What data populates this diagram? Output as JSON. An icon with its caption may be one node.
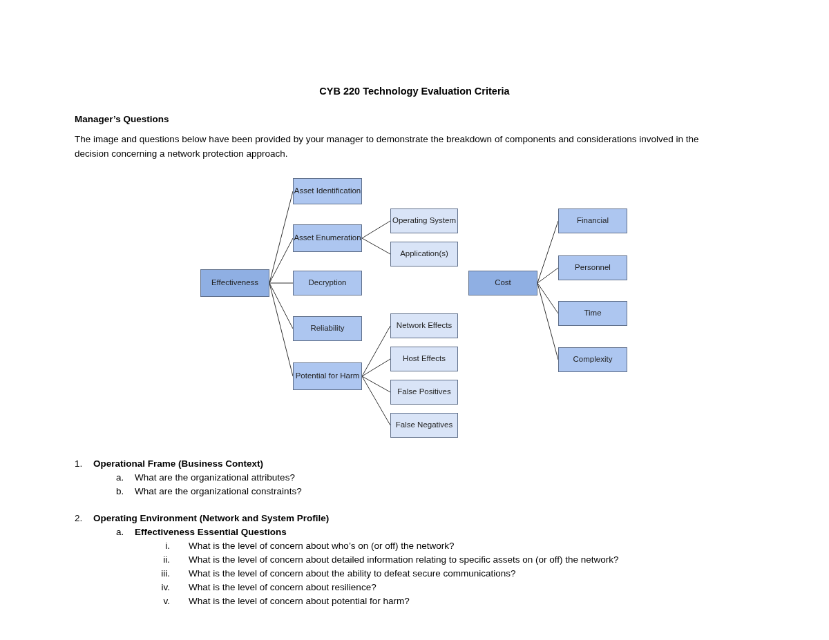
{
  "diagram": {
    "title": "CYB 220 Technology Evaluation Criteria",
    "nodes": [
      {
        "text": [
          "Effectiveness"
        ]
      },
      {
        "text": [
          "Asset Identification"
        ]
      },
      {
        "text": [
          "Asset Enumeration"
        ]
      },
      {
        "text": [
          "Operating System"
        ]
      },
      {
        "text": [
          "Application(s)"
        ]
      },
      {
        "text": [
          "Decryption"
        ]
      },
      {
        "text": [
          "Reliability"
        ]
      },
      {
        "text": [
          "Potential for Harm"
        ]
      },
      {
        "text": [
          "Network Effects"
        ]
      },
      {
        "text": [
          "Host Effects"
        ]
      },
      {
        "text": [
          "False Positives"
        ]
      },
      {
        "text": [
          "False Negatives"
        ]
      },
      {
        "text": [
          "Cost"
        ]
      },
      {
        "text": [
          "Financial"
        ]
      },
      {
        "text": [
          "Personnel"
        ]
      },
      {
        "text": [
          "Time"
        ]
      },
      {
        "text": [
          "Complexity"
        ]
      }
    ],
    "edges": [
      {
        "from": 0,
        "to": 1,
        "arrow": "none"
      },
      {
        "from": 0,
        "to": 2,
        "arrow": "none"
      },
      {
        "from": 0,
        "to": 5,
        "arrow": "none"
      },
      {
        "from": 0,
        "to": 6,
        "arrow": "none"
      },
      {
        "from": 0,
        "to": 7,
        "arrow": "none"
      },
      {
        "from": 2,
        "to": 3,
        "arrow": "none"
      },
      {
        "from": 2,
        "to": 4,
        "arrow": "none"
      },
      {
        "from": 7,
        "to": 8,
        "arrow": "none"
      },
      {
        "from": 7,
        "to": 9,
        "arrow": "none"
      },
      {
        "from": 7,
        "to": 10,
        "arrow": "none"
      },
      {
        "from": 7,
        "to": 11,
        "arrow": "none"
      },
      {
        "from": 12,
        "to": 13,
        "arrow": "none"
      },
      {
        "from": 12,
        "to": 14,
        "arrow": "none"
      },
      {
        "from": 12,
        "to": 15,
        "arrow": "none"
      },
      {
        "from": 12,
        "to": 16,
        "arrow": "none"
      }
    ],
    "labels": [
      "Manager’s Questions",
      "The image and questions below have been provided by your manager to demonstrate the breakdown of components and considerations involved in the decision concerning a network protection approach.",
      "1.",
      "Operational Frame (Business Context)",
      "a.",
      "What are the organizational attributes?",
      "b.",
      "What are the organizational constraints?",
      "2.",
      "Operating Environment (Network and System Profile)",
      "a.",
      "Effectiveness Essential Questions",
      "i.",
      "What is the level of concern about who’s on (or off) the network?",
      "ii.",
      "What is the level of concern about detailed information relating to specific assets on (or off) the network?",
      "iii.",
      "What is the level of concern about the ability to defeat secure communications?",
      "iv.",
      "What is the level of concern about resilience?",
      "v.",
      "What is the level of concern about potential for harm?"
    ]
  }
}
